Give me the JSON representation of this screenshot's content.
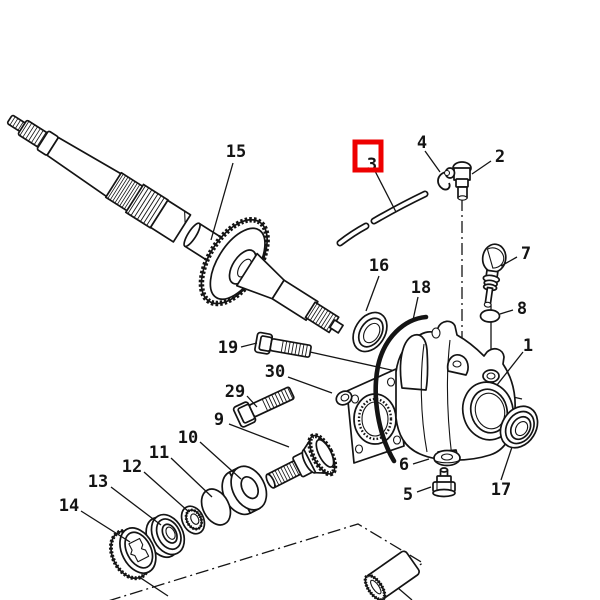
{
  "figure": {
    "type": "exploded-parts-diagram",
    "subject": "rear gear case / differential assembly",
    "background": "#ffffff",
    "line_color": "#141414"
  },
  "highlight": {
    "selected_part": "3",
    "color": "#ee0000"
  },
  "parts": [
    {
      "label": "1"
    },
    {
      "label": "2"
    },
    {
      "label": "3"
    },
    {
      "label": "4"
    },
    {
      "label": "5"
    },
    {
      "label": "6"
    },
    {
      "label": "7"
    },
    {
      "label": "8"
    },
    {
      "label": "9"
    },
    {
      "label": "10"
    },
    {
      "label": "11"
    },
    {
      "label": "12"
    },
    {
      "label": "13"
    },
    {
      "label": "14"
    },
    {
      "label": "15"
    },
    {
      "label": "16"
    },
    {
      "label": "17"
    },
    {
      "label": "18"
    },
    {
      "label": "19"
    },
    {
      "label": "29"
    },
    {
      "label": "30"
    }
  ]
}
